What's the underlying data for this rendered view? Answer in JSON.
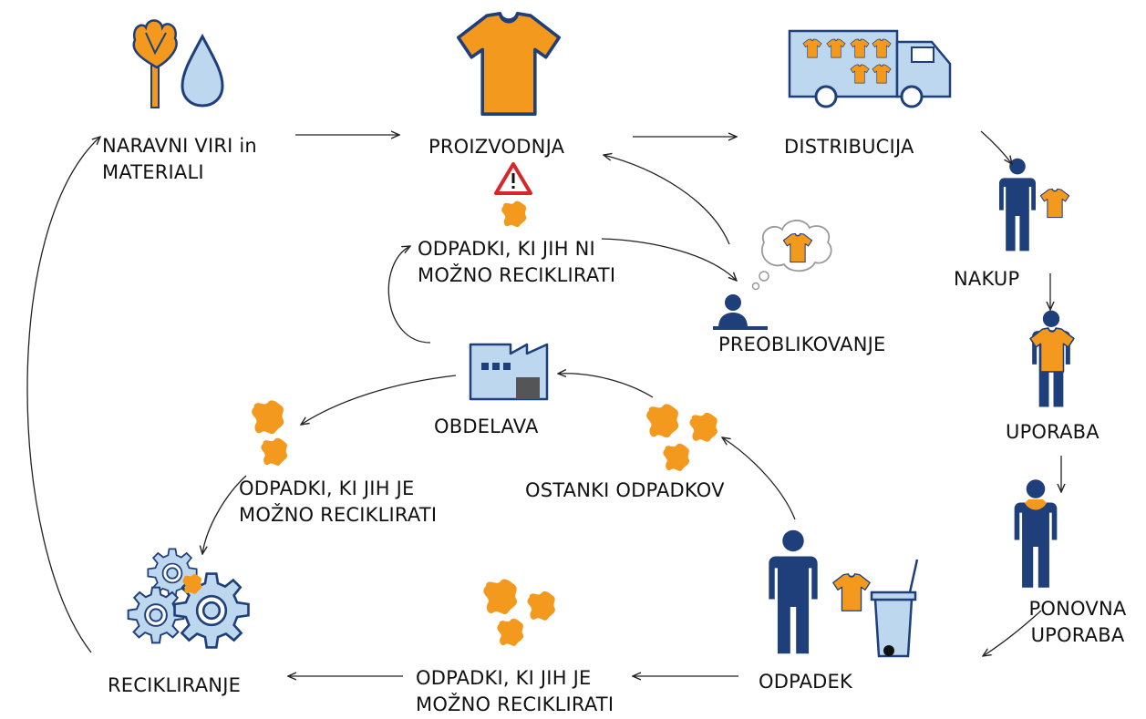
{
  "labels": {
    "naravni": [
      "NARAVNI VIRI in",
      "MATERIALI"
    ],
    "proizvodnja": "PROIZVODNJA",
    "distribucija": "DISTRIBUCIJA",
    "nakup": "NAKUP",
    "uporaba": "UPORABA",
    "ponovna": [
      "PONOVNA",
      "UPORABA"
    ],
    "odpadek": "ODPADEK",
    "recikliranje": "RECIKLIRANJE",
    "obdelava": "OBDELAVA",
    "preoblikovanje": "PREOBLIKOVANJE",
    "nereciklirati": [
      "ODPADKI, KI JIH NI",
      "MOŽNO RECIKLIRATI"
    ],
    "reciklirati_mid": [
      "ODPADKI,  KI JIH JE",
      "MOŽNO RECIKLIRATI"
    ],
    "reciklirati_bottom": [
      "ODPADKI, KI JIH JE",
      "MOŽNO RECIKLIRATI"
    ],
    "ostanki": "OSTANKI ODPADKOV"
  },
  "icons": [
    "cotton-plant-icon",
    "water-drop-icon",
    "tshirt-icon",
    "truck-icon",
    "warning-icon",
    "person-icon",
    "factory-icon",
    "thought-bubble-icon",
    "gears-icon",
    "trash-bin-icon",
    "fabric-scrap-icon"
  ],
  "colors": {
    "orange": "#F39A1E",
    "navy": "#1F3F7A",
    "lightblue": "#BDD7EE",
    "red": "#D9262B",
    "arrow": "#222222"
  }
}
